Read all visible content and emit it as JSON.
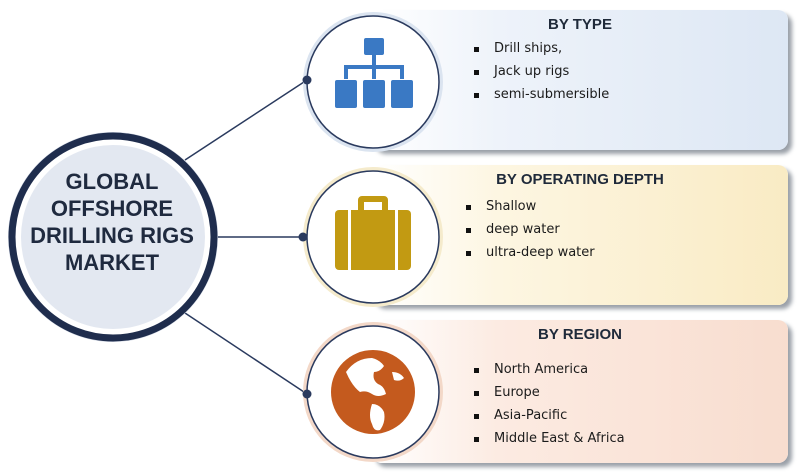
{
  "center": {
    "lines": [
      "GLOBAL",
      "OFFSHORE",
      "DRILLING RIGS",
      "MARKET"
    ]
  },
  "panels": [
    {
      "title": "BY TYPE",
      "icon": "hierarchy-icon",
      "accent": "#3a79c4",
      "items": [
        "Drill ships,",
        "Jack up rigs",
        "semi-submersible"
      ]
    },
    {
      "title": "BY OPERATING  DEPTH",
      "icon": "briefcase-icon",
      "accent": "#c29a12",
      "items": [
        "Shallow",
        "deep water",
        "ultra-deep water"
      ]
    },
    {
      "title": "BY REGION",
      "icon": "globe-icon",
      "accent": "#c45a1e",
      "items": [
        "North America",
        "Europe",
        "Asia-Pacific",
        "Middle East & Africa"
      ]
    }
  ],
  "colors": {
    "center_fill": "#e3e8f1",
    "center_ring": "#1f2d4d",
    "connector": "#2a3a5e"
  }
}
